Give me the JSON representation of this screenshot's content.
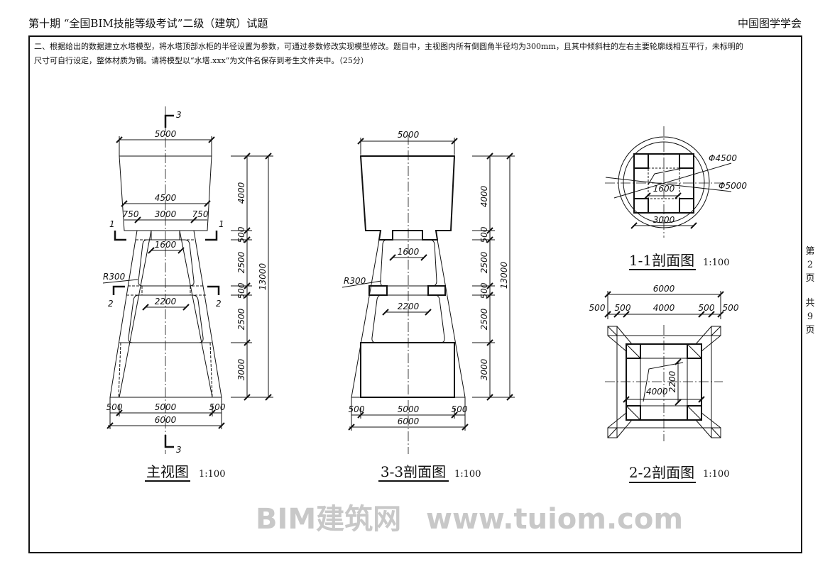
{
  "header": {
    "title": "第十期 “全国BIM技能等级考试”二级（建筑）试题",
    "org": "中国图学学会"
  },
  "question": {
    "line1": "二、根据给出的数据建立水塔模型，将水塔顶部水柜的半径设置为参数，可通过参数修改实现模型修改。题目中，主视图内所有倒圆角半径均为300mm，且其中倾斜柱的左右主要轮廓线相互平行，未标明的",
    "line2": "尺寸可自行设定，整体材质为钢。请将模型以“水塔.xxx”为文件名保存到考生文件夹中。（25分）"
  },
  "page_info": {
    "prefix": "第",
    "page": "2",
    "unit": "页",
    "total_prefix": "共",
    "total": "9",
    "total_unit": "页"
  },
  "watermark": {
    "line1": "BIM建筑网",
    "line2": "www.tuiom.com"
  },
  "views": {
    "main": {
      "title": "主视图",
      "scale": "1:100",
      "section_marks": {
        "s1": "1",
        "s2": "2",
        "s3": "3"
      },
      "radius": "R300",
      "dims": {
        "top": "5000",
        "tank_bottom": "4500",
        "side_left": "750",
        "middle": "3000",
        "side_right": "750",
        "opening_upper": "1600",
        "opening_lower": "2200",
        "h_tank": "4000",
        "h_plate": "500",
        "h_upper": "2500",
        "h_band": "500",
        "h_lower": "2500",
        "h_base": "3000",
        "h_total": "13000",
        "b_left": "500",
        "b_mid": "5000",
        "b_right": "500",
        "b_total": "6000"
      }
    },
    "section33": {
      "title": "3-3剖面图",
      "scale": "1:100",
      "radius": "R300",
      "dims": {
        "top": "5000",
        "opening_upper": "1600",
        "opening_lower": "2200",
        "h_tank": "4000",
        "h_plate": "500",
        "h_upper": "2500",
        "h_band": "500",
        "h_lower": "2500",
        "h_base": "3000",
        "h_total": "13000",
        "b_left": "500",
        "b_mid": "5000",
        "b_right": "500",
        "b_total": "6000"
      }
    },
    "section11": {
      "title": "1-1剖面图",
      "scale": "1:100",
      "dims": {
        "d_inner": "Φ4500",
        "d_outer": "Φ5000",
        "inner": "1600",
        "square": "3000"
      }
    },
    "section22": {
      "title": "2-2剖面图",
      "scale": "1:100",
      "dims": {
        "total": "6000",
        "a": "500",
        "b": "500",
        "mid": "4000",
        "c": "500",
        "d": "500",
        "inner_h": "2200",
        "inner_w": "4000"
      }
    }
  }
}
